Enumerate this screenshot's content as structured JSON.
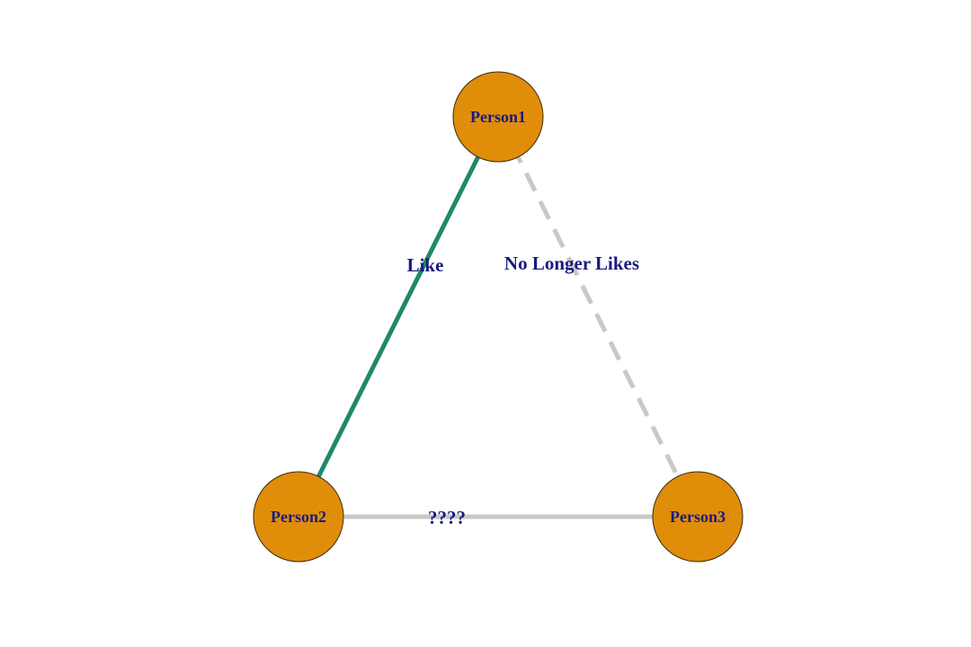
{
  "diagram": {
    "nodes": [
      {
        "id": "p1",
        "label": "Person1",
        "color": "#e08d0a"
      },
      {
        "id": "p2",
        "label": "Person2",
        "color": "#e08d0a"
      },
      {
        "id": "p3",
        "label": "Person3",
        "color": "#e08d0a"
      }
    ],
    "edges": [
      {
        "from": "p1",
        "to": "p2",
        "label": "Like",
        "style": "solid",
        "color": "#1c8a6b"
      },
      {
        "from": "p1",
        "to": "p3",
        "label": "No Longer Likes",
        "style": "dashed",
        "color": "#c8c8c8"
      },
      {
        "from": "p2",
        "to": "p3",
        "label": "????",
        "style": "solid",
        "color": "#c8c8c8"
      }
    ],
    "label_color": "#1a1a80"
  }
}
